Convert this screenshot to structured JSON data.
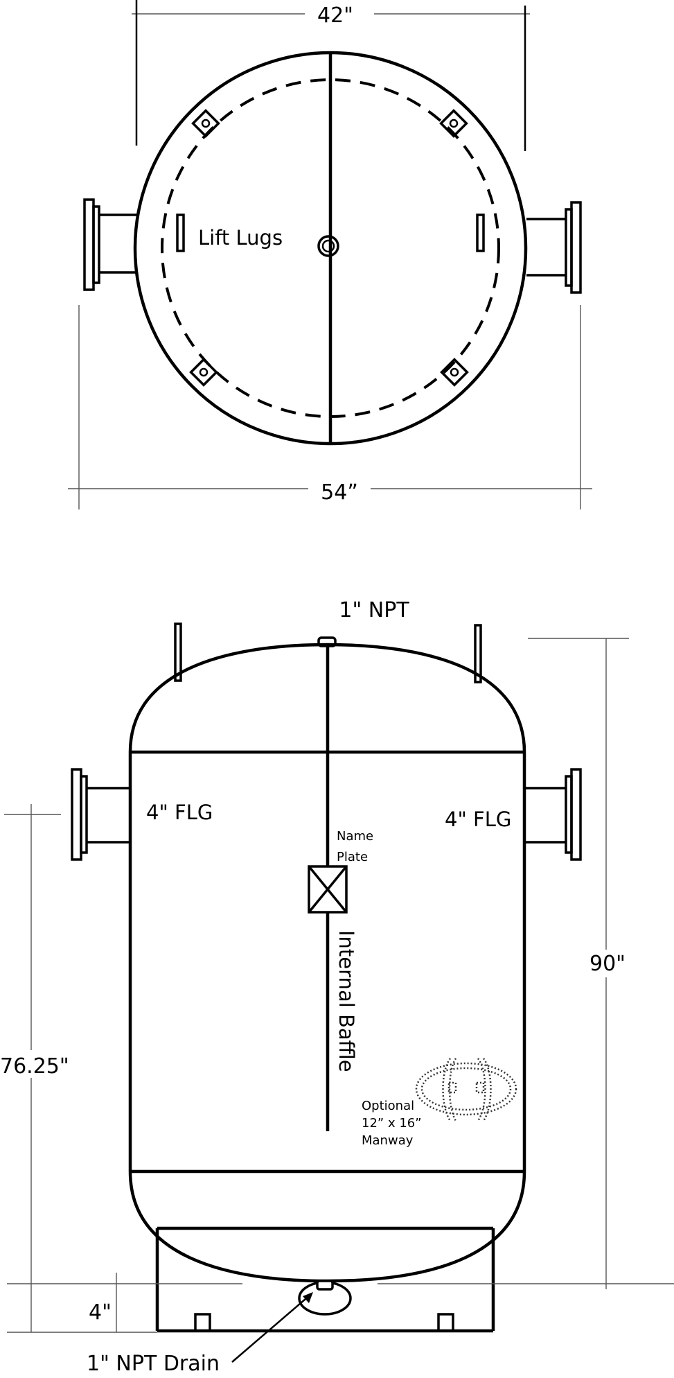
{
  "top_view": {
    "dim_inner_width": "42\"",
    "dim_outer_width": "54”",
    "lift_lugs_label": "Lift Lugs"
  },
  "side_view": {
    "top_connection_label": "1\" NPT",
    "left_flange_label": "4\" FLG",
    "right_flange_label": "4\" FLG",
    "name_plate_label_line1": "Name",
    "name_plate_label_line2": "Plate",
    "internal_baffle_label": "Internal Baffle",
    "manway_label_line1": "Optional",
    "manway_label_line2": "12” x 16”",
    "manway_label_line3": "Manway",
    "dim_overall_height": "90\"",
    "dim_flange_height": "76.25\"",
    "dim_bottom_clearance": "4\"",
    "drain_label": "1\" NPT Drain"
  }
}
